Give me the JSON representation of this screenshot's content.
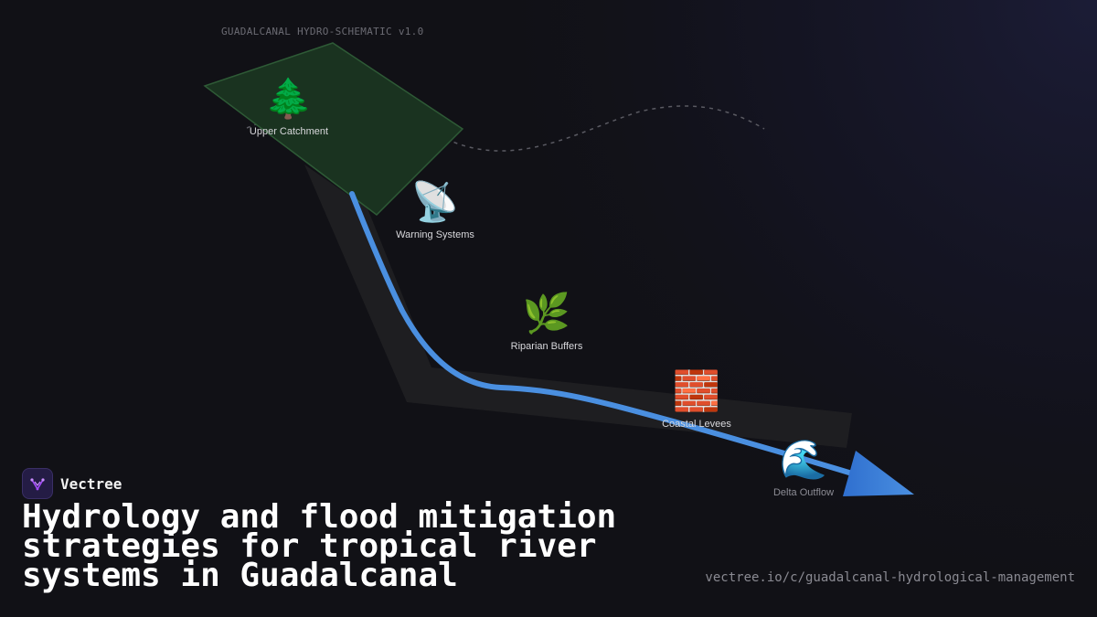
{
  "schematic_label": "GUADALCANAL HYDRO-SCHEMATIC v1.0",
  "nodes": [
    {
      "label": "Upper Catchment",
      "emoji": "🌲",
      "icon": "evergreen-tree-icon"
    },
    {
      "label": "Warning Systems",
      "emoji": "📡",
      "icon": "satellite-dish-icon"
    },
    {
      "label": "Riparian Buffers",
      "emoji": "🌿",
      "icon": "herb-icon"
    },
    {
      "label": "Coastal Levees",
      "emoji": "🧱",
      "icon": "brick-wall-icon"
    },
    {
      "label": "Delta Outflow",
      "emoji": "🌊",
      "icon": "water-wave-icon"
    }
  ],
  "brand": {
    "name": "Vectree",
    "icon": "vectree-logo-icon"
  },
  "headline": "Hydrology and flood mitigation strategies for tropical river systems in Guadalcanal",
  "url": "vectree.io/c/guadalcanal-hydrological-management",
  "colors": {
    "background": "#111116",
    "river": "#4a8fe0",
    "catchment": "#1a3320",
    "catchment_border": "#2e5a36",
    "channel": "#1e1e21",
    "brand_accent": "#a64cff"
  }
}
